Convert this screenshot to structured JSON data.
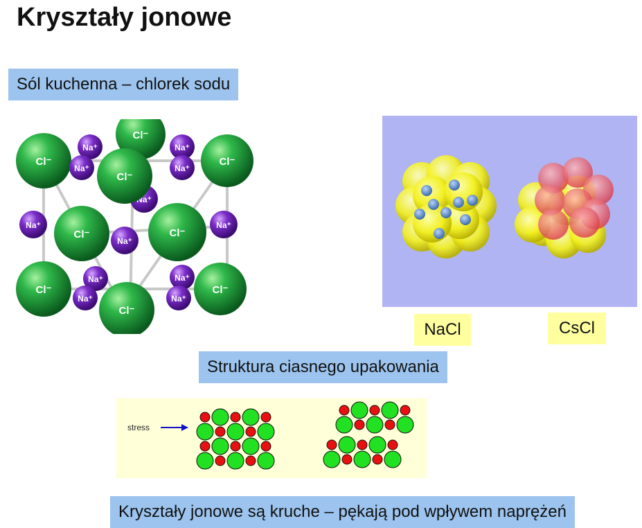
{
  "title": "Kryształy jonowe",
  "label_salt": "Sól kuchenna – chlorek sodu",
  "label_nacl": "NaCl",
  "label_cscl": "CsCl",
  "label_packing": "Struktura ciasnego upakowania",
  "label_brittle": "Kryształy jonowe są kruche – pękają pod wpływem naprężeń",
  "crystal": {
    "anion_label": "Cl⁻",
    "cation_label": "Na⁺"
  },
  "stress_label": "stress",
  "colors": {
    "label_blue": "#9cc4ee",
    "label_yellow": "#ffffa0",
    "cl_green": "#1a9a3a",
    "na_purple": "#6a1ab0",
    "sphere_bg": "#b0b4f2",
    "stress_bg": "#ffffd8",
    "ion_green": "#22e022",
    "ion_red": "#e81010",
    "arrow": "#1010c8"
  }
}
